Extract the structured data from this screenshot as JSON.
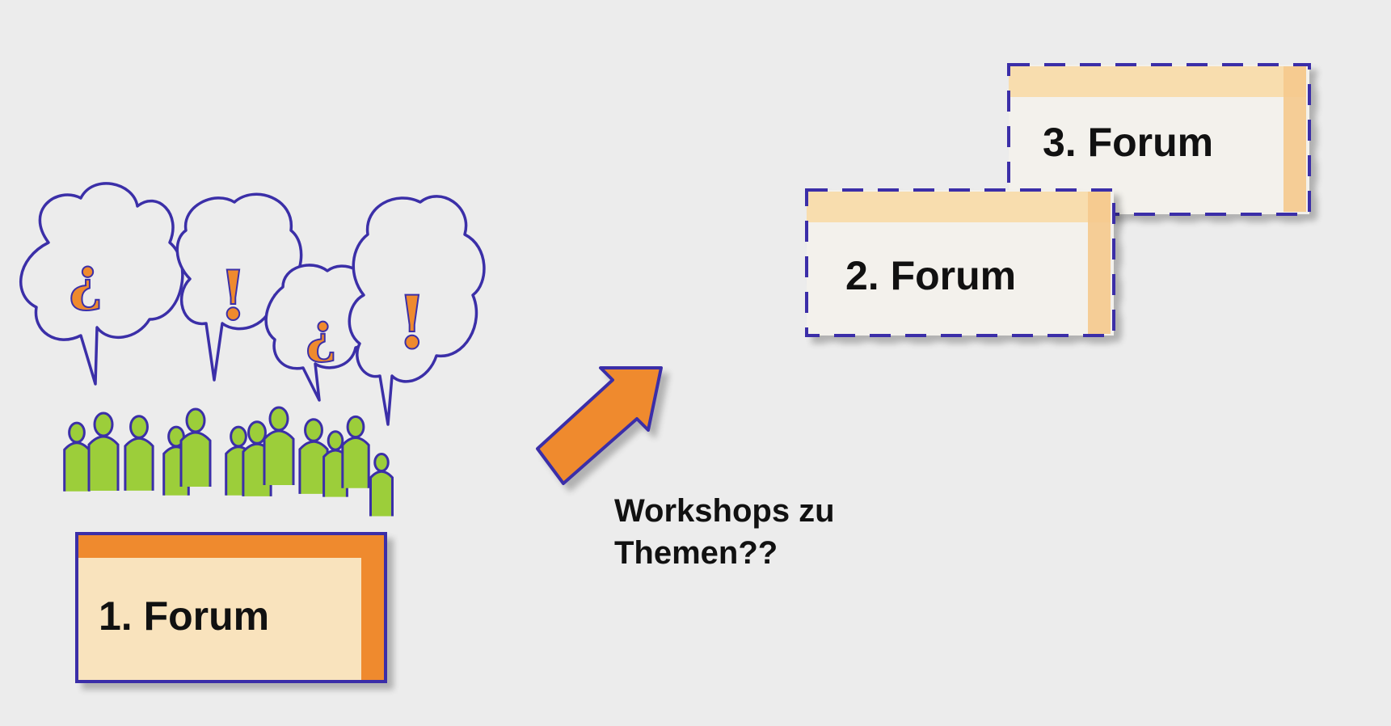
{
  "forums": {
    "first": "1. Forum",
    "second": "2. Forum",
    "third": "3. Forum"
  },
  "caption": {
    "line1": "Workshops zu",
    "line2": "Themen??"
  },
  "bubbles": [
    {
      "symbol": "question"
    },
    {
      "symbol": "exclamation"
    },
    {
      "symbol": "question"
    },
    {
      "symbol": "exclamation"
    }
  ],
  "colors": {
    "outline": "#3b2fa8",
    "orange": "#ef8a2e",
    "box_fill": "#f8dcaa",
    "people_green": "#9cce3a",
    "background": "#ececec"
  }
}
